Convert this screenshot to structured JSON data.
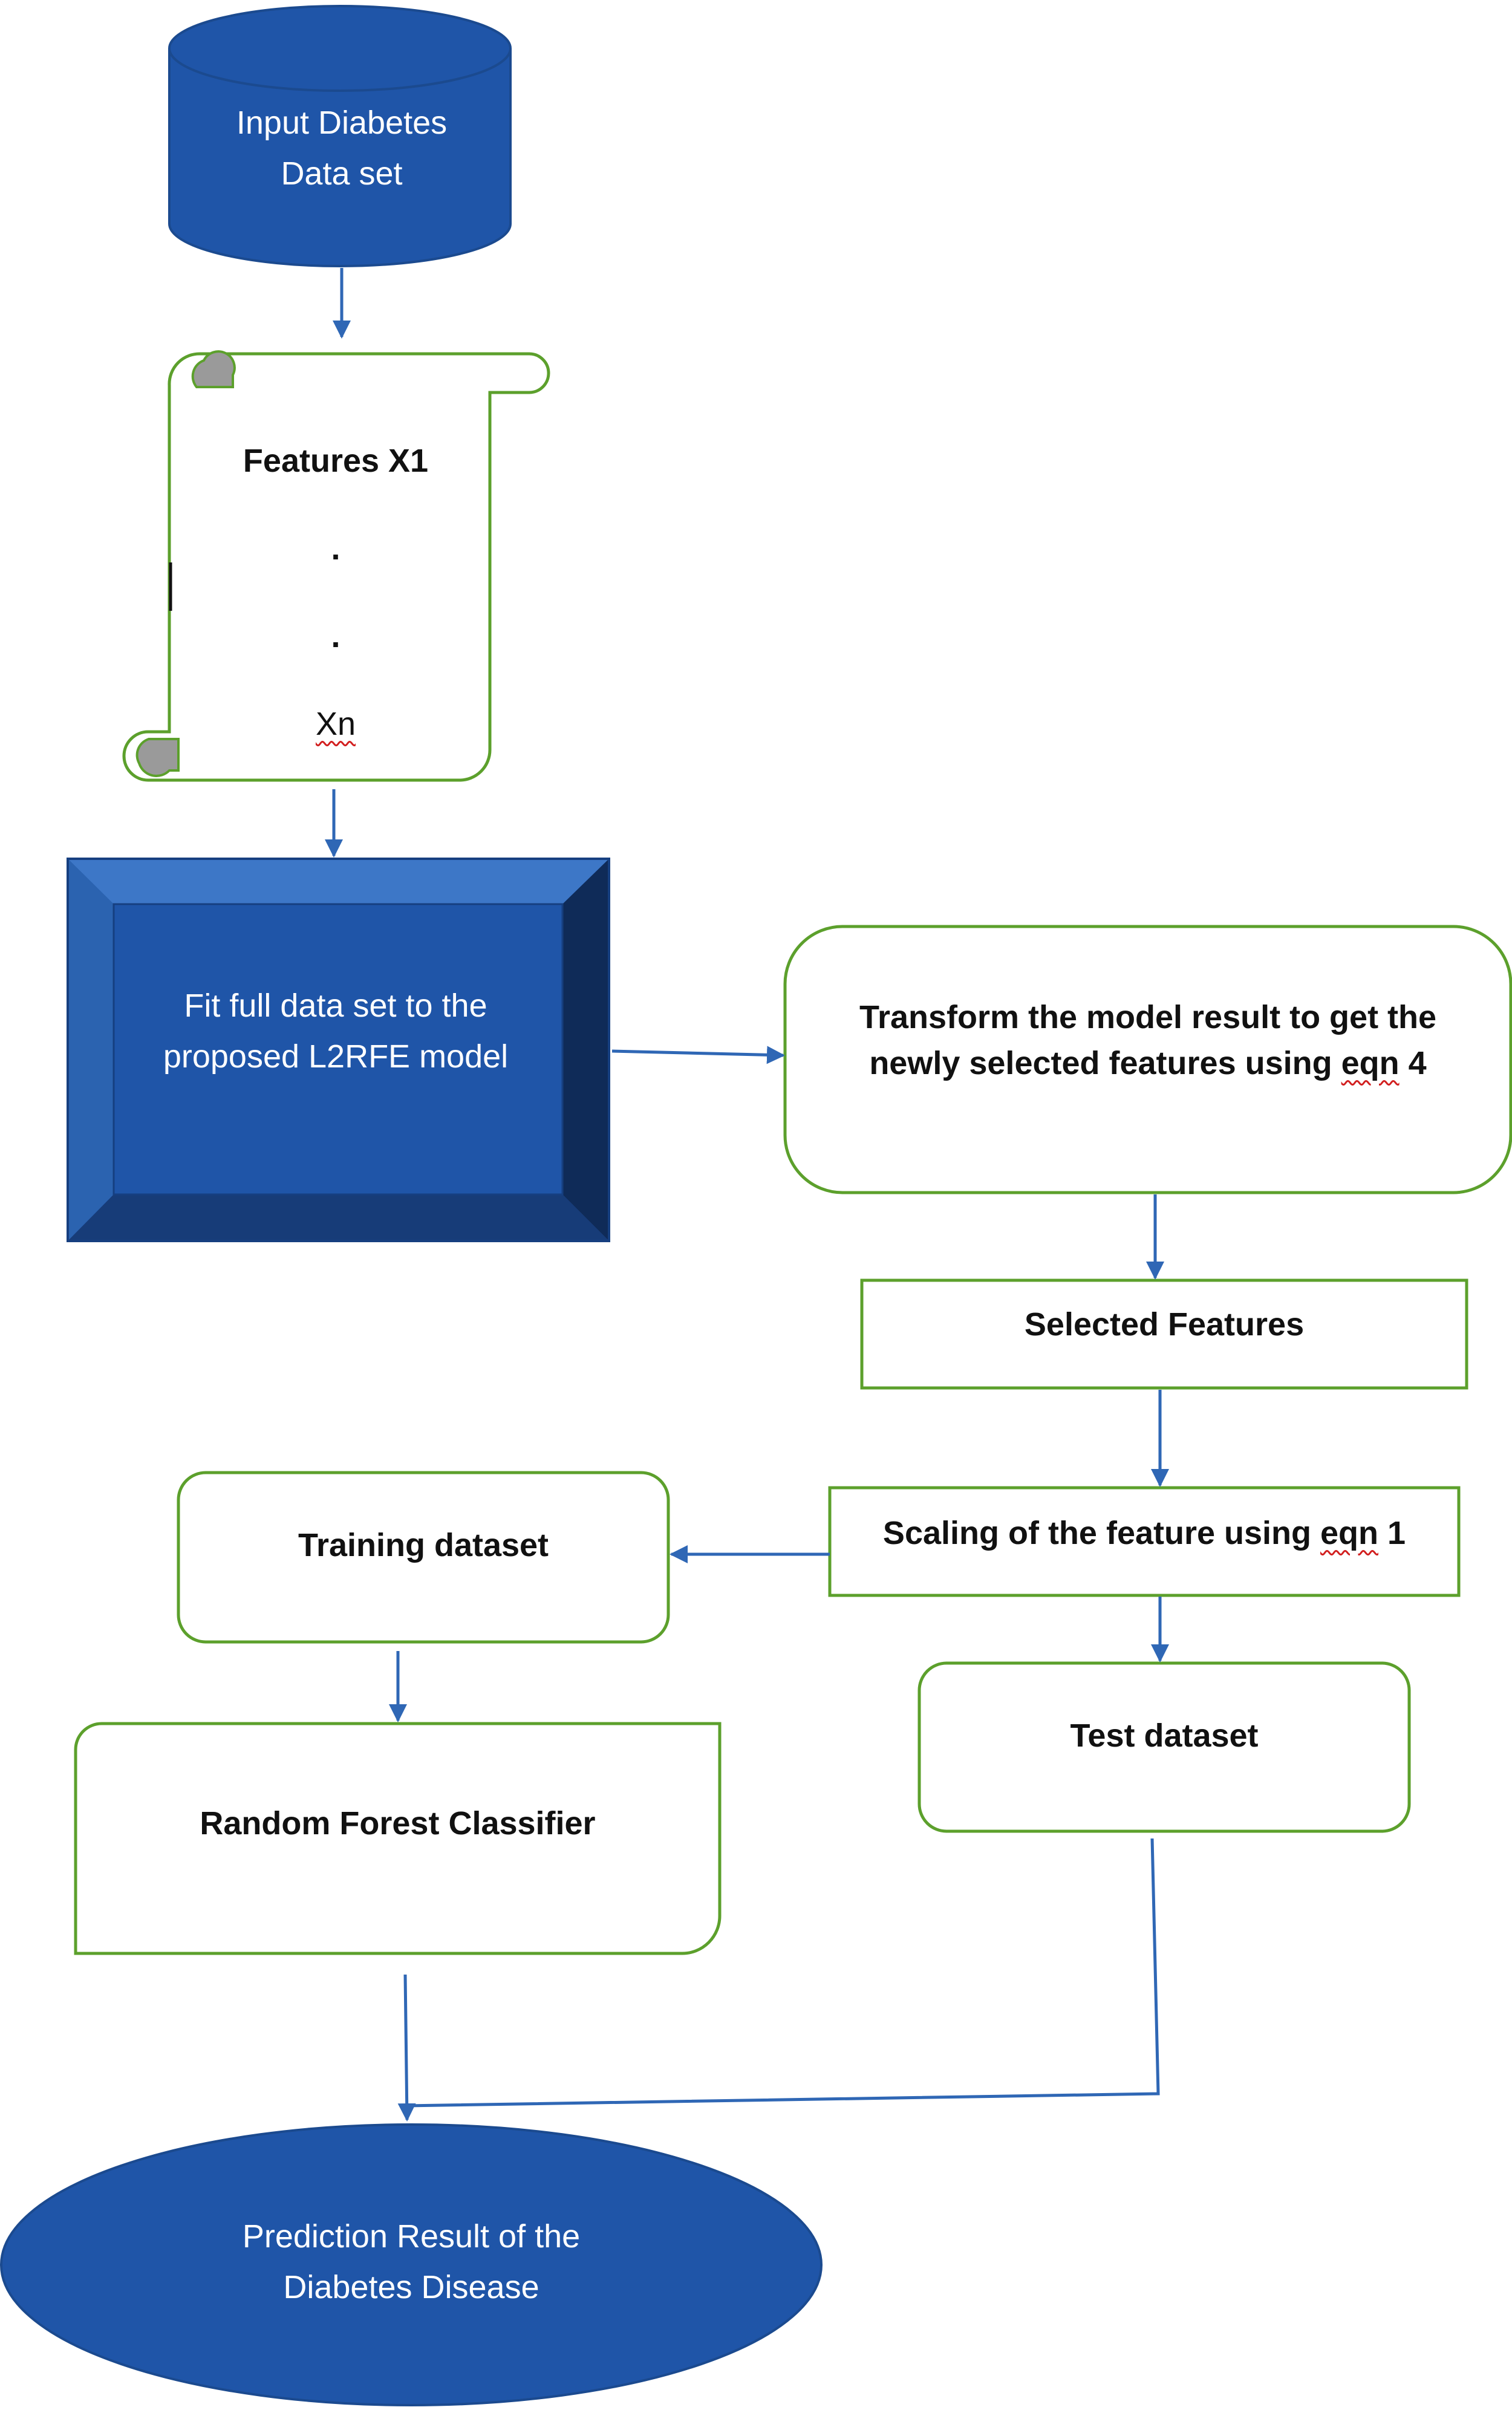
{
  "nodes": {
    "input_db": {
      "lines": [
        "Input Diabetes",
        "Data set"
      ]
    },
    "features": {
      "line1": "Features X1",
      "dot1": ".",
      "dot2": ".",
      "xn": "Xn"
    },
    "fit_model": {
      "lines": [
        "Fit full data set to the",
        "proposed L2RFE model"
      ]
    },
    "transform": {
      "line1": "Transform the model result to get the",
      "line2_pre": "newly selected features using ",
      "line2_word": "eqn",
      "line2_post": " 4"
    },
    "selected": {
      "label": "Selected Features"
    },
    "scaling": {
      "pre": "Scaling of the feature using ",
      "word": "eqn",
      "post": " 1"
    },
    "training": {
      "label": "Training dataset"
    },
    "test": {
      "label": "Test dataset"
    },
    "rf": {
      "label": "Random Forest Classifier"
    },
    "result": {
      "lines": [
        "Prediction Result of the",
        "Diabetes Disease"
      ]
    }
  },
  "colors": {
    "blue_fill": "#1f55a8",
    "blue_stroke": "#1b4a8f",
    "green_stroke": "#5ca02c",
    "arrow": "#2f67b5",
    "scroll_curl": "#9a9a9a",
    "error_underline": "#d21f1f"
  }
}
